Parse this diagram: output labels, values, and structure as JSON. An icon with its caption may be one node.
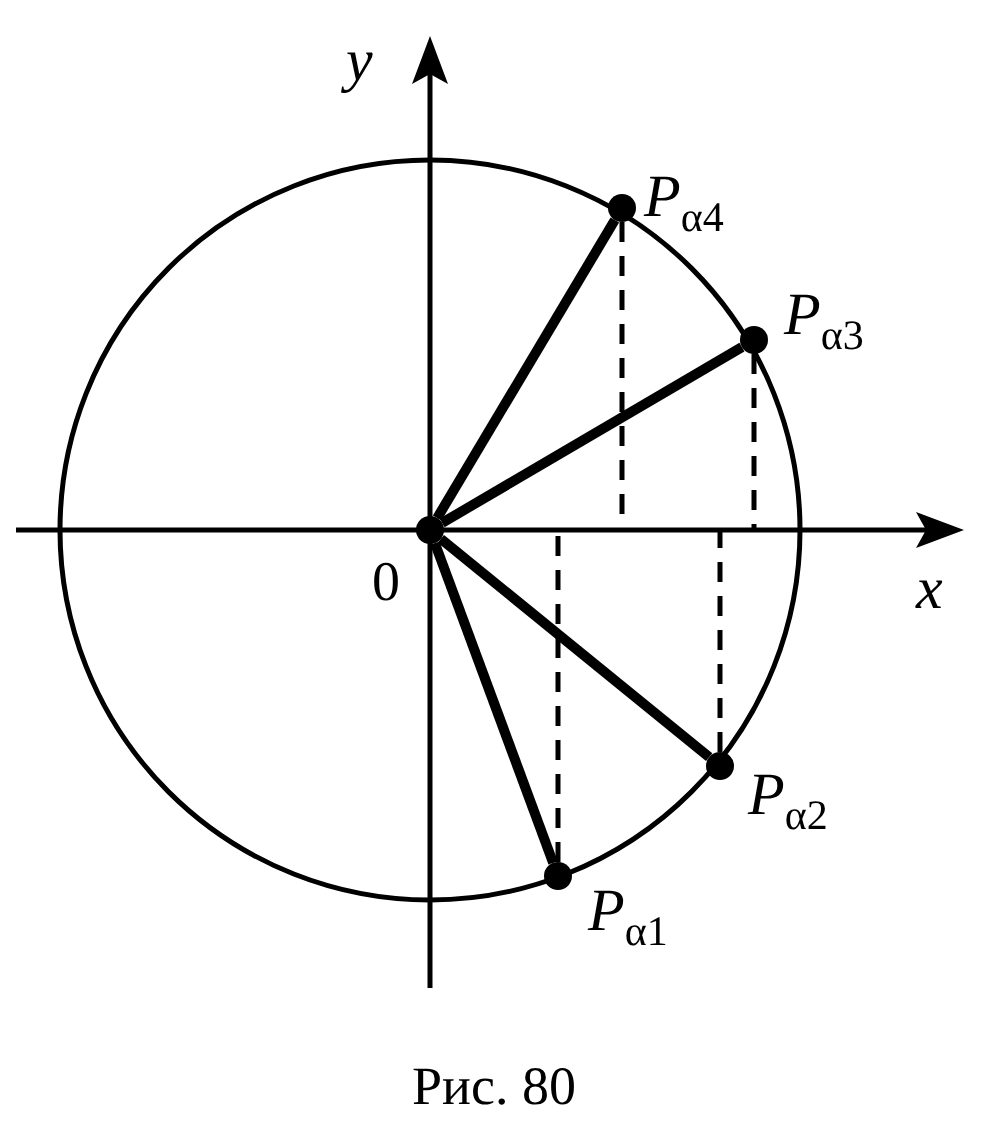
{
  "diagram": {
    "caption": "Рис. 80",
    "nodes": [
      {
        "text": [],
        "shape": "circle",
        "beside": [
          "P$_{α4}$"
        ]
      },
      {
        "text": [],
        "shape": "circle",
        "beside": [
          "P$_{α3}$"
        ]
      },
      {
        "text": [],
        "shape": "circle",
        "beside": [
          "0"
        ]
      },
      {
        "text": [],
        "shape": "circle",
        "beside": [
          "P$_{α2}$"
        ]
      },
      {
        "text": [],
        "shape": "circle",
        "beside": [
          "P$_{α1}$"
        ]
      }
    ],
    "edges": [
      {
        "from": 2,
        "to": 0,
        "arrow": "none"
      },
      {
        "from": 2,
        "to": 1,
        "arrow": "none"
      },
      {
        "from": 2,
        "to": 3,
        "arrow": "none"
      },
      {
        "from": 2,
        "to": 4,
        "arrow": "none"
      }
    ],
    "labels": [
      "y",
      "x"
    ]
  }
}
